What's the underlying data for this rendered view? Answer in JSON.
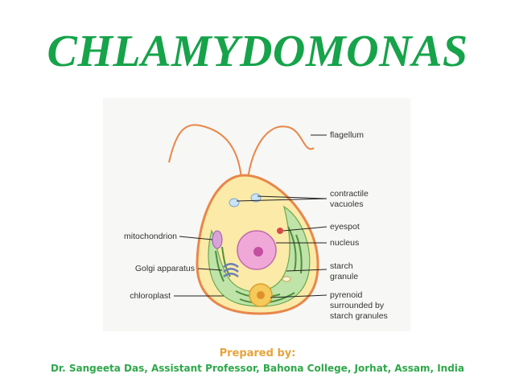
{
  "slide": {
    "title": "CHLAMYDOMONAS"
  },
  "diagram": {
    "labels": {
      "flagellum": "flagellum",
      "contractile_vacuoles_1": "contractile",
      "contractile_vacuoles_2": "vacuoles",
      "eyespot": "eyespot",
      "nucleus": "nucleus",
      "starch_granule_1": "starch",
      "starch_granule_2": "granule",
      "pyrenoid_1": "pyrenoid",
      "pyrenoid_2": "surrounded by",
      "pyrenoid_3": "starch granules",
      "mitochondrion": "mitochondrion",
      "golgi": "Golgi apparatus",
      "chloroplast": "chloroplast"
    }
  },
  "credits": {
    "prepared_by": "Prepared by:",
    "author": "Dr. Sangeeta Das, Assistant Professor, Bahona College, Jorhat, Assam, India"
  },
  "colors": {
    "title": "#16a34a",
    "prepared_by": "#e8a33a",
    "author": "#2ea84a",
    "cell_wall": "#e8874a",
    "cytoplasm": "#fbeaa8",
    "chloroplast": "#bfe3a8",
    "nucleus": "#f0a8d8"
  }
}
